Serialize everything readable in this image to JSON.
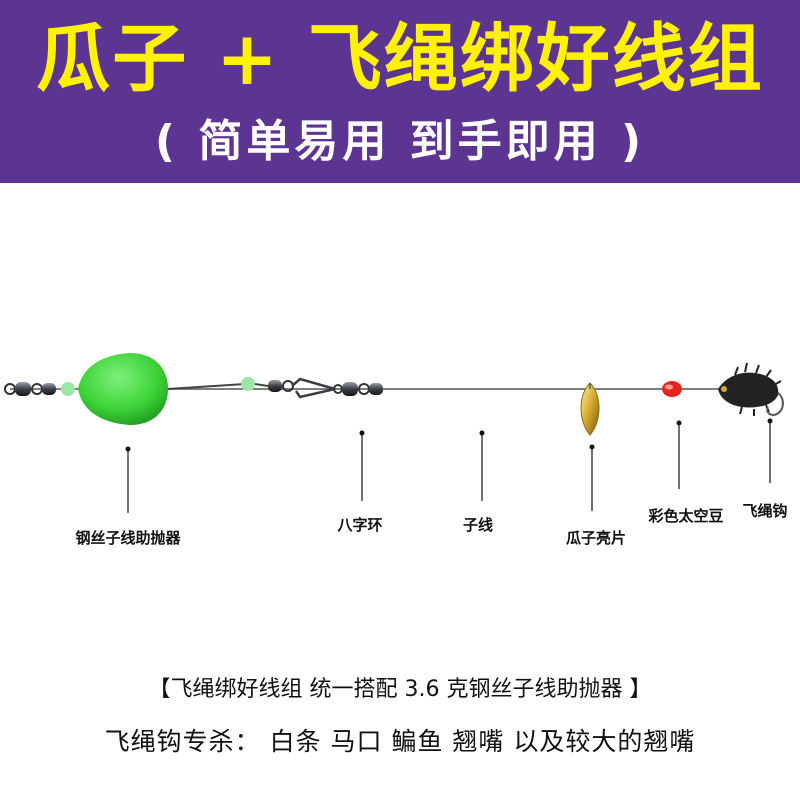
{
  "banner": {
    "title": "瓜子 + 飞绳绑好线组",
    "subtitle": "( 简单易用 到手即用 )",
    "background_color": "#5c3492",
    "title_color": "#fff200"
  },
  "parts": [
    {
      "label": "钢丝子线助抛器"
    },
    {
      "label": "八字环"
    },
    {
      "label": "子线"
    },
    {
      "label": "瓜子亮片"
    },
    {
      "label": "彩色太空豆"
    },
    {
      "label": "飞绳钩"
    }
  ],
  "notes": {
    "line1": "【飞绳绑好线组 统一搭配 3.6 克钢丝子线助抛器 】",
    "line2": "飞绳钩专杀： 白条 马口 鳊鱼 翘嘴 以及较大的翘嘴"
  },
  "colors": {
    "float_green": "#3fd43a",
    "bead_green": "#9de6a8",
    "spinner_gold": "#c9a227",
    "space_bean_red": "#e8231c",
    "fly_black": "#222222"
  }
}
